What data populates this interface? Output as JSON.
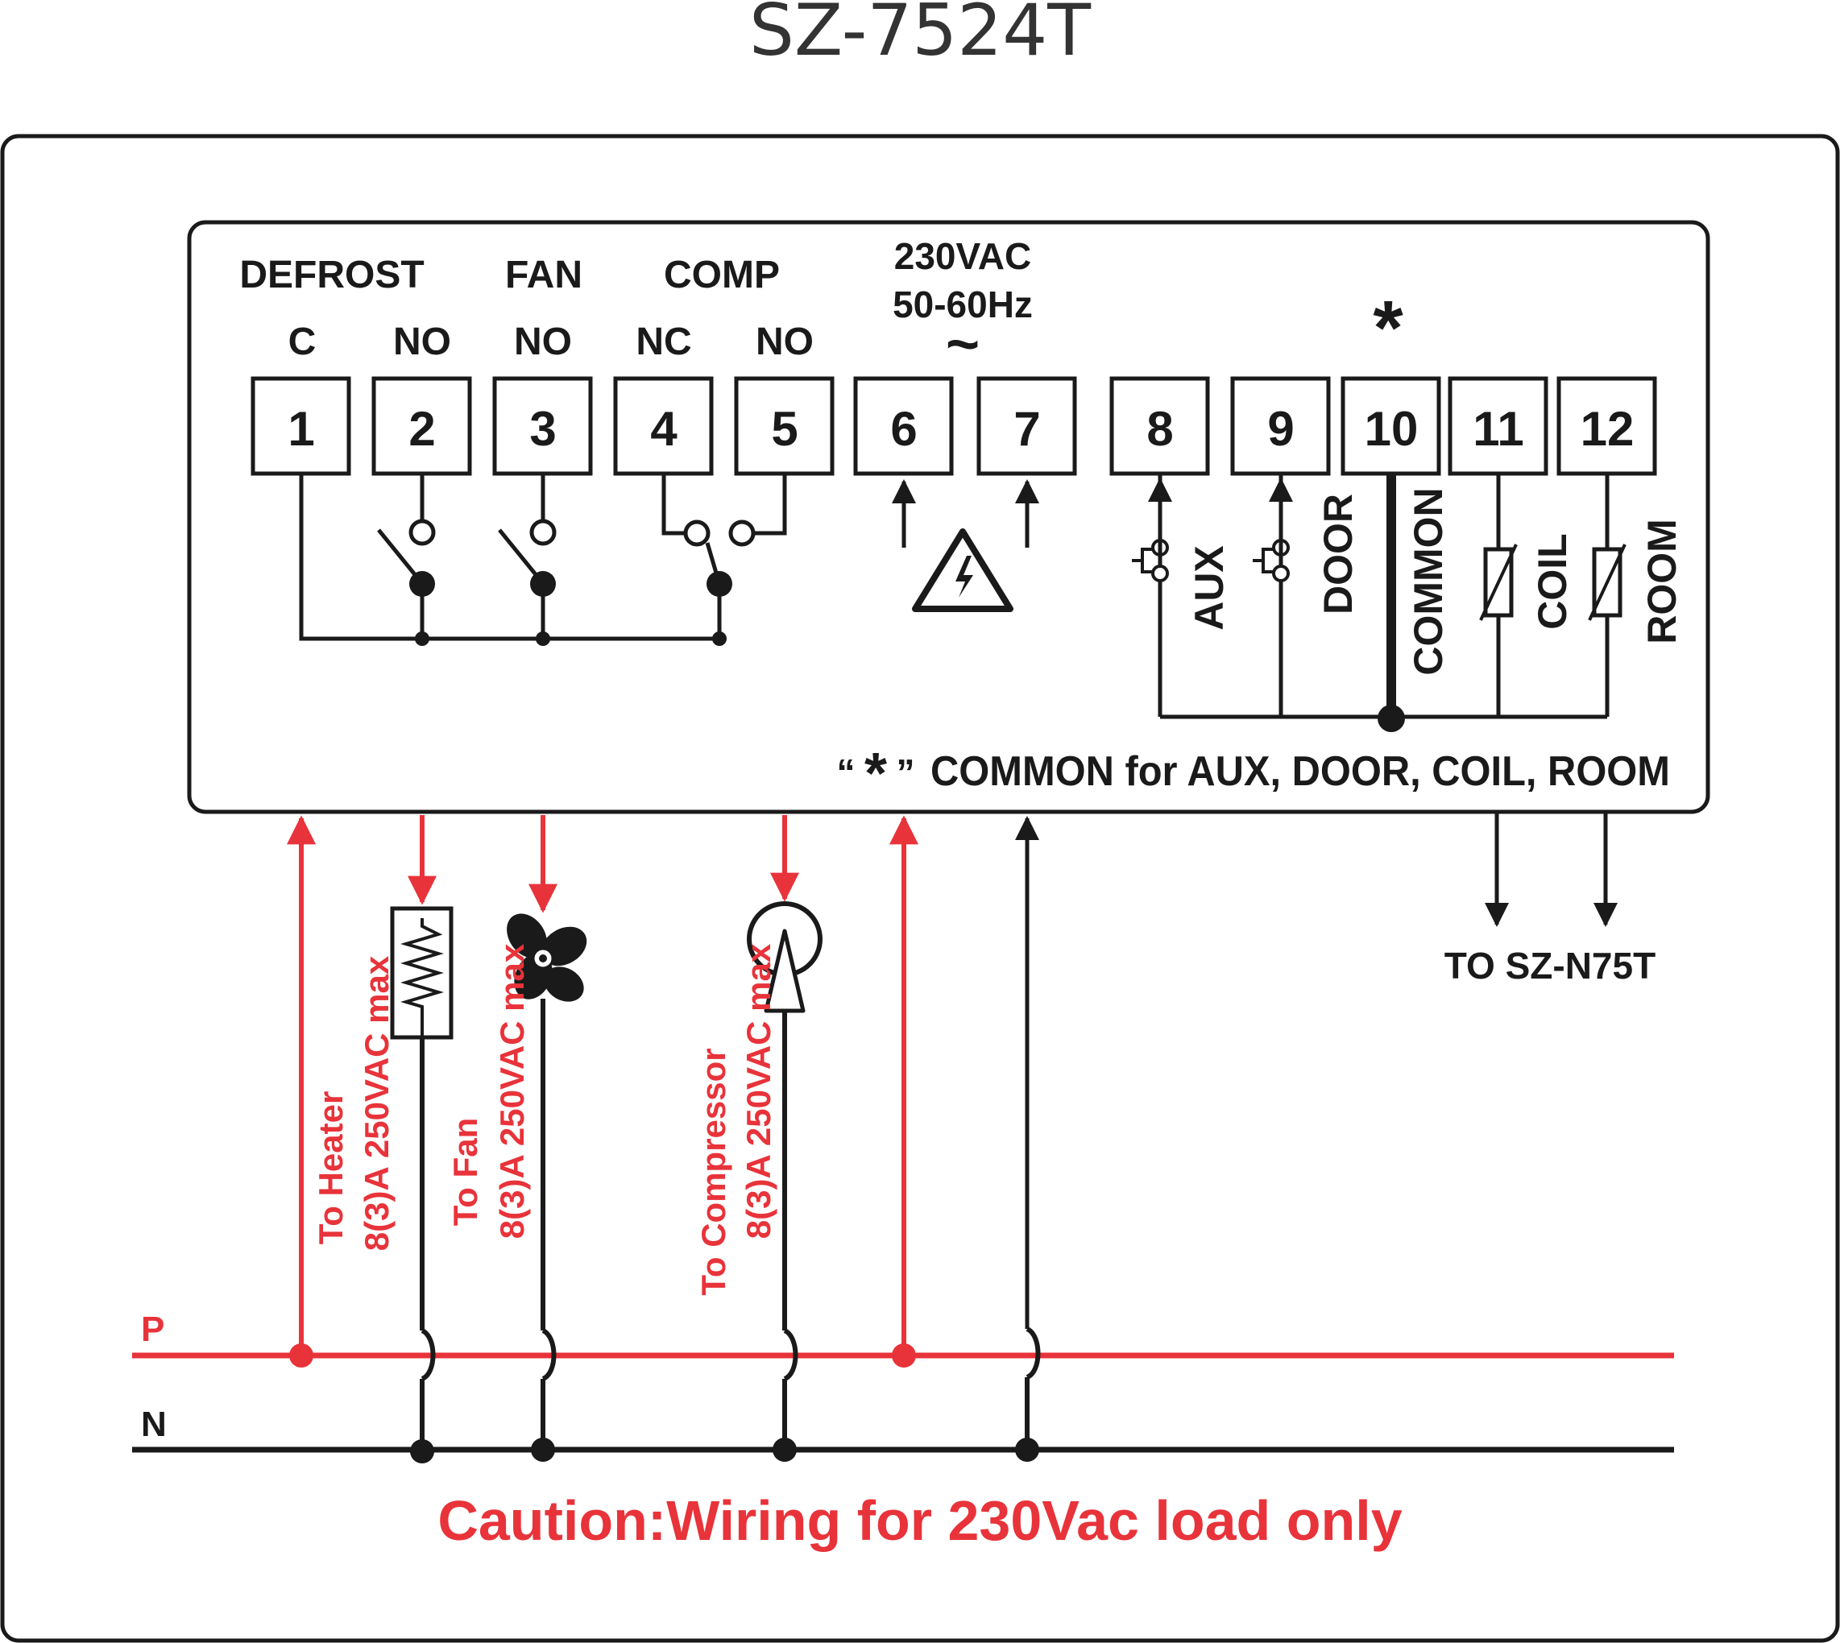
{
  "title": "SZ-7524T",
  "groups": {
    "defrost": "DEFROST",
    "fan": "FAN",
    "comp": "COMP",
    "power_line1": "230VAC",
    "power_line2": "50-60Hz",
    "tilde": "~",
    "star": "*"
  },
  "contacts": [
    "C",
    "NO",
    "NO",
    "NC",
    "NO"
  ],
  "terminals": [
    "1",
    "2",
    "3",
    "4",
    "5",
    "6",
    "7",
    "8",
    "9",
    "10",
    "11",
    "12"
  ],
  "inputs": {
    "aux": "AUX",
    "door": "DOOR",
    "common": "COMMON",
    "coil": "COIL",
    "room": "ROOM"
  },
  "note": {
    "quote_open": "“",
    "star": "*",
    "quote_close": "”",
    "text": "COMMON for AUX, DOOR, COIL, ROOM"
  },
  "sensor_target": "TO SZ-N75T",
  "loads": {
    "heater_line1": "To Heater",
    "heater_line2": "8(3)A 250VAC max",
    "fan_line1": "To Fan",
    "fan_line2": "8(3)A 250VAC max",
    "comp_line1": "To Compressor",
    "comp_line2": "8(3)A 250VAC max"
  },
  "bus": {
    "p": "P",
    "n": "N"
  },
  "caution": "Caution:Wiring for 230Vac load only",
  "colors": {
    "red": "#e8333a",
    "black": "#1a1a1a",
    "title": "#333333"
  }
}
